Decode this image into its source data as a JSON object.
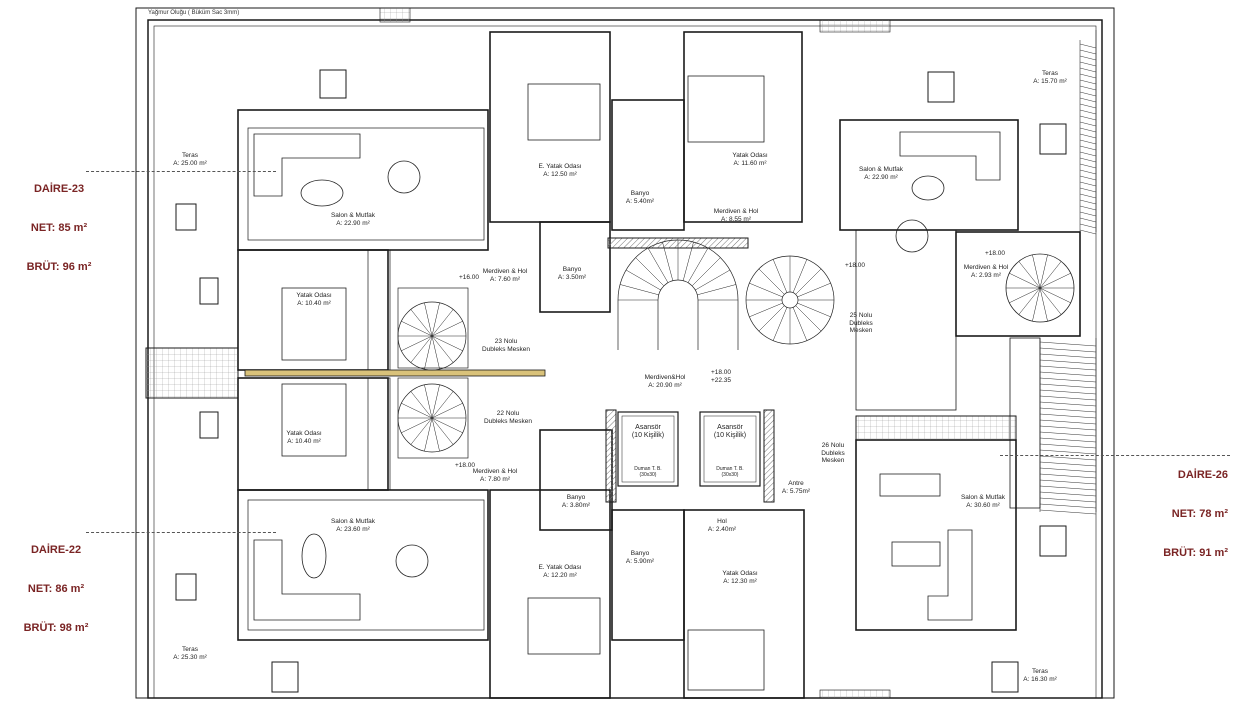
{
  "plan": {
    "top_note": "Yağmur Oluğu ( Büküm Sac 3mm)",
    "units": [
      {
        "id": "daire-23",
        "name": "DAİRE-23",
        "net": "NET: 85 m²",
        "brut": "BRÜT: 96 m²"
      },
      {
        "id": "daire-22",
        "name": "DAİRE-22",
        "net": "NET: 86 m²",
        "brut": "BRÜT: 98 m²"
      },
      {
        "id": "daire-26",
        "name": "DAİRE-26",
        "net": "NET: 78 m²",
        "brut": "BRÜT: 91 m²"
      }
    ],
    "rooms": [
      {
        "id": "teras-tl",
        "text": "Teras\nA: 25.00 m²"
      },
      {
        "id": "salon-23",
        "text": "Salon & Mutfak\nA: 22.90 m²"
      },
      {
        "id": "yatak-23",
        "text": "Yatak Odası\nA: 10.40 m²"
      },
      {
        "id": "yatak-22",
        "text": "Yatak Odası\nA: 10.40 m²"
      },
      {
        "id": "salon-22",
        "text": "Salon & Mutfak\nA: 23.60 m²"
      },
      {
        "id": "teras-bl",
        "text": "Teras\nA: 25.30 m²"
      },
      {
        "id": "eyatak-t",
        "text": "E. Yatak Odası\nA: 12.50 m²"
      },
      {
        "id": "merdiven-23",
        "text": "Merdiven & Hol\nA: 7.60 m²"
      },
      {
        "id": "banyo-l1",
        "text": "Banyo\nA: 3.50m²"
      },
      {
        "id": "dubleks-23",
        "text": "23 Nolu\nDubleks Mesken"
      },
      {
        "id": "dubleks-22",
        "text": "22 Nolu\nDubleks Mesken"
      },
      {
        "id": "merdiven-22",
        "text": "Merdiven & Hol\nA: 7.80 m²"
      },
      {
        "id": "banyo-l2",
        "text": "Banyo\nA: 3.80m²"
      },
      {
        "id": "eyatak-b",
        "text": "E. Yatak Odası\nA: 12.20 m²"
      },
      {
        "id": "banyo-c1",
        "text": "Banyo\nA: 5.40m²"
      },
      {
        "id": "yatak-24",
        "text": "Yatak Odası\nA: 11.60 m²"
      },
      {
        "id": "merdiven-24",
        "text": "Merdiven & Hol\nA: 8.55 m²"
      },
      {
        "id": "merdiven-main",
        "text": "Merdiven&Hol\nA: 20.90 m²"
      },
      {
        "id": "asansor-1",
        "text": "Asansör\n(10 Kişilik)"
      },
      {
        "id": "asansor-2",
        "text": "Asansör\n(10 Kişilik)"
      },
      {
        "id": "duman-1",
        "text": "Duman T. B.\n(30x30)"
      },
      {
        "id": "duman-2",
        "text": "Duman T. B.\n(30x30)"
      },
      {
        "id": "hol-b",
        "text": "Hol\nA: 2.40m²"
      },
      {
        "id": "banyo-c2",
        "text": "Banyo\nA: 5.90m²"
      },
      {
        "id": "yatak-26",
        "text": "Yatak Odası\nA: 12.30 m²"
      },
      {
        "id": "teras-tr",
        "text": "Teras\nA: 15.70 m²"
      },
      {
        "id": "salon-24",
        "text": "Salon & Mutfak\nA: 22.90 m²"
      },
      {
        "id": "merdiven-25",
        "text": "Merdiven & Hol\nA: 2.93 m²"
      },
      {
        "id": "dubleks-25",
        "text": "25 Nolu\nDubleks\nMesken"
      },
      {
        "id": "dubleks-26",
        "text": "26 Nolu\nDubleks\nMesken"
      },
      {
        "id": "antre",
        "text": "Antre\nA: 5.75m²"
      },
      {
        "id": "salon-26",
        "text": "Salon & Mutfak\nA: 30.60 m²"
      },
      {
        "id": "teras-br",
        "text": "Teras\nA: 16.30 m²"
      }
    ],
    "elevations": [
      {
        "id": "kot-16",
        "text": "+16.00"
      },
      {
        "id": "kot-18-l",
        "text": "+18.00"
      },
      {
        "id": "kot-18-c",
        "text": "+18.00"
      },
      {
        "id": "kot-18-m",
        "text": "+18.00"
      },
      {
        "id": "kot-2235",
        "text": "+22.35"
      },
      {
        "id": "kot-18-r",
        "text": "+18.00"
      }
    ],
    "colors": {
      "line": "#1a1a1a",
      "unit_label": "#7a2424",
      "hatch": "#777777",
      "highlight": "#d9c27a"
    }
  }
}
